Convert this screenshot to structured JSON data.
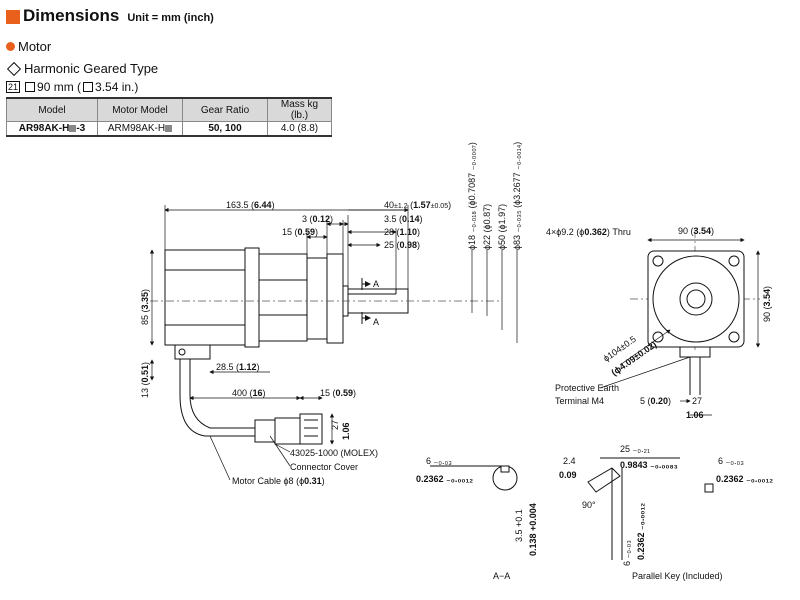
{
  "header": {
    "title": "Dimensions",
    "unit": "Unit = mm (inch)",
    "accent_color": "#e8601c"
  },
  "section": {
    "label": "Motor"
  },
  "subsection": {
    "label": "Harmonic Geared Type"
  },
  "frame": {
    "code": "21",
    "size": "90 mm (",
    "size_in": "3.54 in.)"
  },
  "spec_table": {
    "headers": [
      "Model",
      "Motor Model",
      "Gear Ratio",
      "Mass kg (lb.)"
    ],
    "row": {
      "model_pre": "AR98AK-H",
      "model_post": "-3",
      "motor_model": "ARM98AK-H",
      "gear_ratio": "50, 100",
      "mass": "4.0 (8.8)"
    }
  },
  "dims": {
    "overall": {
      "v": "163.5 (",
      "b": "6.44",
      "e": ")"
    },
    "d3": {
      "v": "3 (",
      "b": "0.12",
      "e": ")"
    },
    "d15": {
      "v": "15 (",
      "b": "0.59",
      "e": ")"
    },
    "d40": {
      "v": "40",
      "tol": "±1.2",
      "mid": " (",
      "b": "1.57",
      "t2": "±0.05",
      "e": ")"
    },
    "d35": {
      "v": "3.5 (",
      "b": "0.14",
      "e": ")"
    },
    "d28": {
      "v": "28 (",
      "b": "1.10",
      "e": ")"
    },
    "d25": {
      "v": "25 (",
      "b": "0.98",
      "e": ")"
    },
    "phi18": "ϕ18 ₋₀.₀₁₈ (ϕ0.7087 ₋₀.₀₀₀₇)",
    "phi22": "ϕ22 (ϕ0.87)",
    "phi50": "ϕ50 (ϕ1.97)",
    "phi83": "ϕ83 ₋₀.₀₃₅ (ϕ3.2677 ₋₀.₀₀₁₄)",
    "height": {
      "v": "85 (",
      "b": "3.35",
      "e": ")"
    },
    "d13": {
      "v": "13 (",
      "b": "0.51",
      "e": ")"
    },
    "d285": {
      "v": "28.5 (",
      "b": "1.12",
      "e": ")"
    },
    "d400": {
      "v": "400 (",
      "b": "16",
      "e": ")"
    },
    "c15": {
      "v": "15 (",
      "b": "0.59",
      "e": ")"
    },
    "c27": {
      "v": "27",
      "b": "1.06"
    },
    "holes": {
      "v": "4×ϕ9.2 (ϕ",
      "b": "0.362",
      "e": ") Thru"
    },
    "f90": {
      "v": "90 (",
      "b": "3.54",
      "e": ")"
    },
    "f90v": {
      "v": "90 (",
      "b": "3.54",
      "e": ")"
    },
    "phi104": "ϕ104±0.5",
    "phi104in": "(ϕ4.09±0.02)",
    "pe": [
      "Protective Earth",
      "Terminal M4"
    ],
    "d5": {
      "v": "5 (",
      "b": "0.20",
      "e": ")"
    },
    "d27": {
      "v": "27",
      "b": "1.06"
    }
  },
  "labels": {
    "section_a": "A",
    "molex": "43025-1000 (MOLEX)",
    "connector_cover": "Connector Cover",
    "motor_cable": {
      "v": "Motor Cable ϕ8 (ϕ",
      "b": "0.31",
      "e": ")"
    },
    "aa": "A−A",
    "key": "Parallel Key (Included)"
  },
  "key_dims": {
    "k6": "6 ₋₀.₀₃",
    "k6in": "0.2362 ₋₀.₀₀₁₂",
    "k24": "2.4",
    "k24in": "0.09",
    "k25": "25 ₋₀.₂₁",
    "k25in": "0.9843 ₋₀.₀₀₈₃",
    "k6b": "6 ₋₀.₀₃",
    "k6bin": "0.2362 ₋₀.₀₀₁₂",
    "k90": "90°",
    "k35": "3.5 +0.1",
    "k35in": "0.138 +0.004",
    "k6v": "6 ₋₀.₀₃",
    "k6vin": "0.2362 ₋₀.₀₀₁₂"
  }
}
